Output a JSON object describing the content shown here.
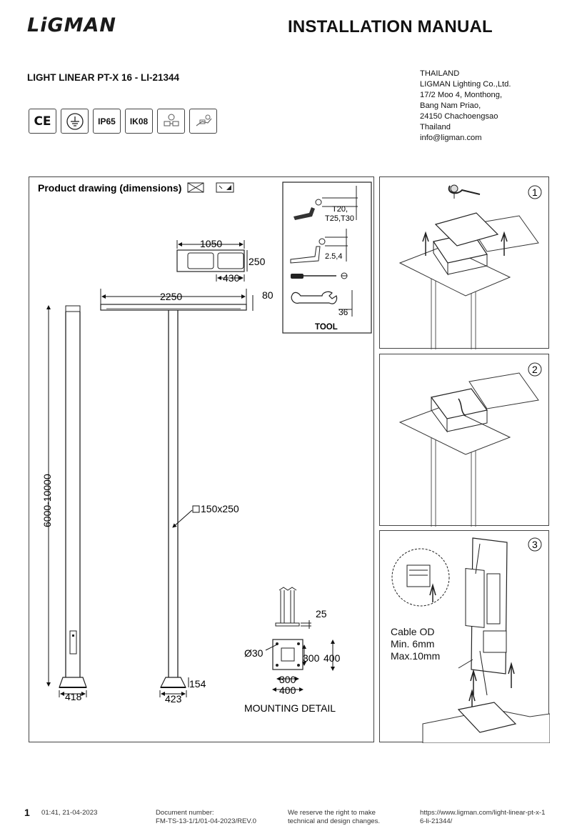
{
  "brand": "LiGMAN",
  "doc_title": "INSTALLATION MANUAL",
  "product_title": "LIGHT LINEAR PT-X 16 - LI-21344",
  "address": {
    "lines": [
      "THAILAND",
      "LIGMAN Lighting Co.,Ltd.",
      "17/2 Moo 4, Monthong,",
      "Bang Nam Priao,",
      "24150 Chachoengsao",
      "Thailand",
      "info@ligman.com"
    ]
  },
  "badges": {
    "ce": "CE",
    "ip": "IP65",
    "ik": "IK08"
  },
  "drawing": {
    "heading": "Product drawing (dimensions)",
    "dim_1050": "1050",
    "dim_250": "250",
    "dim_430": "430",
    "dim_2250": "2250",
    "dim_80": "80",
    "dim_height": "6000-10000",
    "dim_section": "150x250",
    "dim_418": "418",
    "dim_423": "423",
    "dim_154": "154",
    "dim_25": "25",
    "dim_dia": "Ø30",
    "dim_300v": "300",
    "dim_400v": "400",
    "dim_300h": "300",
    "dim_400h": "400",
    "mounting_label": "MOUNTING DETAIL"
  },
  "tools": {
    "torx_sizes_1": "T20,",
    "torx_sizes_2": "T25,T30",
    "hex_size": "2.5,4",
    "wrench_size": "36",
    "label": "TOOL"
  },
  "steps": {
    "s1": "1",
    "s2": "2",
    "s3": "3",
    "cable_1": "Cable OD",
    "cable_2": "Min. 6mm",
    "cable_3": "Max.10mm"
  },
  "footer": {
    "page": "1",
    "datetime": "01:41, 21-04-2023",
    "docnum_label": "Document number:",
    "docnum": "FM-TS-13-1/1/01-04-2023/REV.0",
    "reserve_1": "We reserve the right to make",
    "reserve_2": "technical and design changes.",
    "url_1": "https://www.ligman.com/light-linear-pt-x-1",
    "url_2": "6-li-21344/"
  }
}
